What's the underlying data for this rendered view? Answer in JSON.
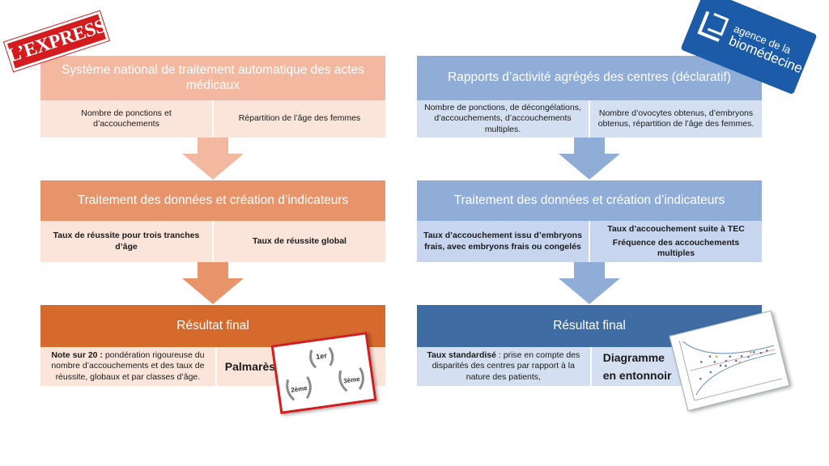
{
  "left": {
    "step1": {
      "title": "Système national de traitement automatique des actes médicaux",
      "cells": [
        "Nombre de ponctions et d’accouchements",
        "Répartition de l’âge des femmes"
      ]
    },
    "step2": {
      "title": "Traitement des données et création d’indicateurs",
      "cells": [
        "Taux de réussite pour trois tranches d’âge",
        "Taux de réussite global"
      ]
    },
    "step3": {
      "title": "Résultat final",
      "note_bold": "Note sur 20 :",
      "note_text": " pondération rigoureuse du nombre d’accouchements et des taux de réussite, globaux et par classes d’âge.",
      "result_label": "Palmarès"
    }
  },
  "right": {
    "step1": {
      "title": "Rapports d’activité agrégés des centres (déclaratif)",
      "cells": [
        "Nombre de ponctions, de décongélations, d’accouchements, d’accouchements multiples.",
        "Nombre d’ovocytes obtenus, d’embryons obtenus, répartition de l’âge des femmes."
      ]
    },
    "step2": {
      "title": "Traitement des données et création d’indicateurs",
      "cell_left": "Taux d’accouchement issu d’embryons frais, avec embryons frais ou congelés",
      "cell_right_1": "Taux d’accouchement suite à TEC",
      "cell_right_2": "Fréquence des accouchements multiples"
    },
    "step3": {
      "title": "Résultat final",
      "note_bold": "Taux standardisé",
      "note_text": " : prise en compte des disparités des centres par rapport à la nature des patients,",
      "result_line1": "Diagramme",
      "result_line2": "en entonnoir"
    }
  },
  "logos": {
    "express": "L’EXPRESS",
    "abm_line1": "agence de la",
    "abm_line2": "biomédecine"
  },
  "podium": {
    "first": "1er",
    "second": "2ème",
    "third": "3ème"
  },
  "colors": {
    "left_step1": "#f2b9a0",
    "left_step2": "#e8946a",
    "left_step3": "#d46b2c",
    "left_sub": "#fbe4d9",
    "right_step": "#8fadd6",
    "right_step3": "#3f6da3",
    "right_sub": "#d4e0f1",
    "express_red": "#d41c1e",
    "abm_blue": "#1c5ba7"
  }
}
